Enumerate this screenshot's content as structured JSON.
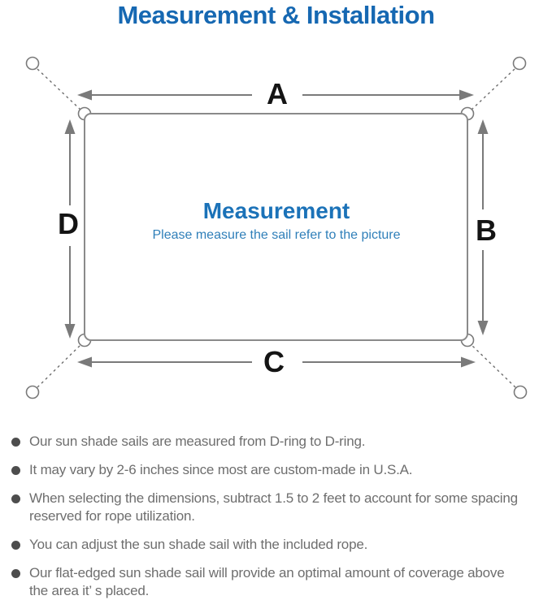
{
  "title": "Measurement & Installation",
  "diagram": {
    "label_a": "A",
    "label_b": "B",
    "label_c": "C",
    "label_d": "D",
    "heading": "Measurement",
    "subheading": "Please measure the sail refer to the picture"
  },
  "colors": {
    "title_blue": "#1668b2",
    "heading_blue": "#1b72b8",
    "subheading_blue": "#2f7fb9",
    "line_gray": "#7a7a7a",
    "border_gray": "#8a8a8a",
    "label_black": "#141414",
    "bullet_text_gray": "#6e6e6e",
    "bullet_dot_gray": "#4d4d4d"
  },
  "bullets": [
    "Our sun shade sails are measured from D-ring to D-ring.",
    "It may vary by 2-6 inches since most are custom-made in U.S.A.",
    "When selecting the dimensions, subtract 1.5 to 2 feet to account for some spacing\nreserved for rope utilization.",
    "You can adjust the sun shade sail with the included rope.",
    "Our flat-edged sun shade sail will provide an optimal amount of coverage above\nthe area it’ s placed."
  ]
}
